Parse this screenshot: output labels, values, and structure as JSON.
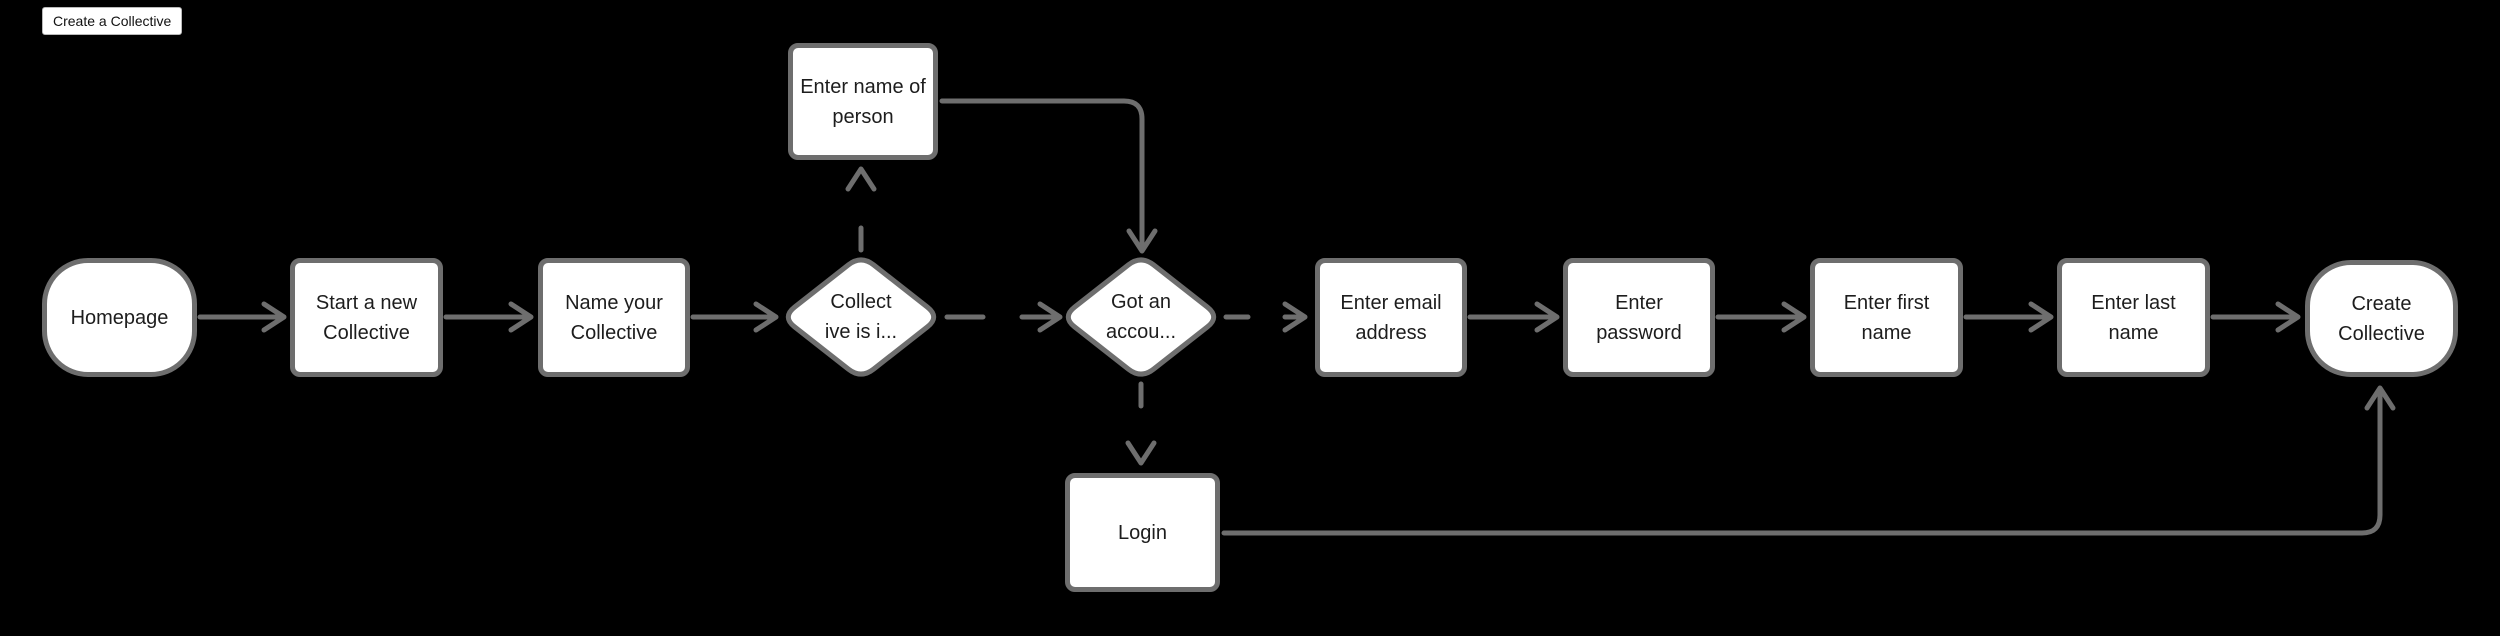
{
  "toolbar": {
    "page_label": "Create a Collective"
  },
  "colors": {
    "background": "#000000",
    "node_fill": "#ffffff",
    "node_border": "#6e6e6e",
    "edge": "#6e6e6e",
    "text": "#1d1d1d"
  },
  "nodes": {
    "homepage": {
      "label": "Homepage",
      "shape": "terminator"
    },
    "start": {
      "label": "Start a new\nCollective",
      "shape": "process"
    },
    "name_collective": {
      "label": "Name your\nCollective",
      "shape": "process"
    },
    "enter_name": {
      "label": "Enter name of\nperson",
      "shape": "process"
    },
    "collective_q": {
      "label": "Collect\nive is i...",
      "shape": "decision"
    },
    "account_q": {
      "label": "Got an\naccou...",
      "shape": "decision"
    },
    "email": {
      "label": "Enter email\naddress",
      "shape": "process"
    },
    "password": {
      "label": "Enter\npassword",
      "shape": "process"
    },
    "first_name": {
      "label": "Enter first\nname",
      "shape": "process"
    },
    "last_name": {
      "label": "Enter last\nname",
      "shape": "process"
    },
    "create": {
      "label": "Create\nCollective",
      "shape": "terminator"
    },
    "login": {
      "label": "Login",
      "shape": "process"
    }
  },
  "edges": [
    {
      "from": "homepage",
      "to": "start",
      "style": "solid",
      "route": "straight"
    },
    {
      "from": "start",
      "to": "name_collective",
      "style": "solid",
      "route": "straight"
    },
    {
      "from": "name_collective",
      "to": "collective_q",
      "style": "solid",
      "route": "straight"
    },
    {
      "from": "collective_q",
      "to": "enter_name",
      "style": "dashed",
      "route": "straight-up"
    },
    {
      "from": "enter_name",
      "to": "account_q",
      "style": "solid",
      "route": "elbow"
    },
    {
      "from": "collective_q",
      "to": "account_q",
      "style": "dashed",
      "route": "straight"
    },
    {
      "from": "account_q",
      "to": "email",
      "style": "dashed",
      "route": "straight"
    },
    {
      "from": "email",
      "to": "password",
      "style": "solid",
      "route": "straight"
    },
    {
      "from": "password",
      "to": "first_name",
      "style": "solid",
      "route": "straight"
    },
    {
      "from": "first_name",
      "to": "last_name",
      "style": "solid",
      "route": "straight"
    },
    {
      "from": "last_name",
      "to": "create",
      "style": "solid",
      "route": "straight"
    },
    {
      "from": "account_q",
      "to": "login",
      "style": "dashed",
      "route": "straight-down"
    },
    {
      "from": "login",
      "to": "create",
      "style": "solid",
      "route": "elbow"
    }
  ]
}
